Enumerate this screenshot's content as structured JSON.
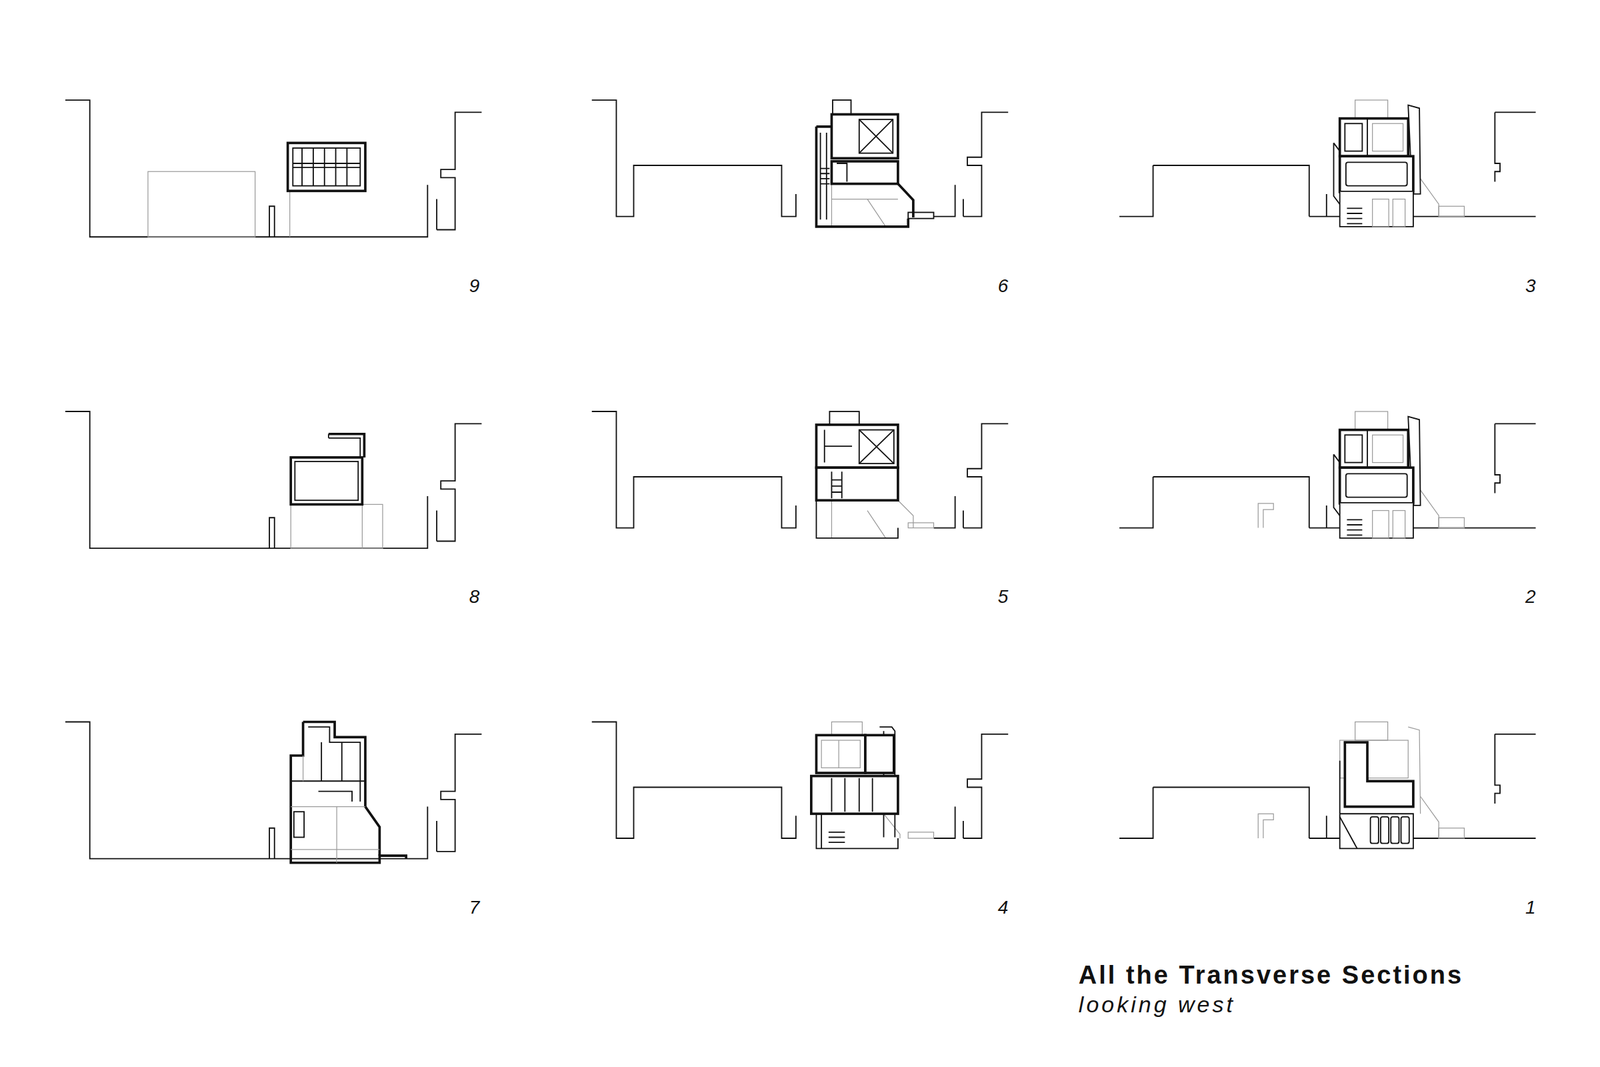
{
  "diagram": {
    "title": "All the Transverse Sections",
    "caption": "looking west",
    "labels": [
      "9",
      "6",
      "3",
      "8",
      "5",
      "2",
      "7",
      "4",
      "1"
    ]
  }
}
